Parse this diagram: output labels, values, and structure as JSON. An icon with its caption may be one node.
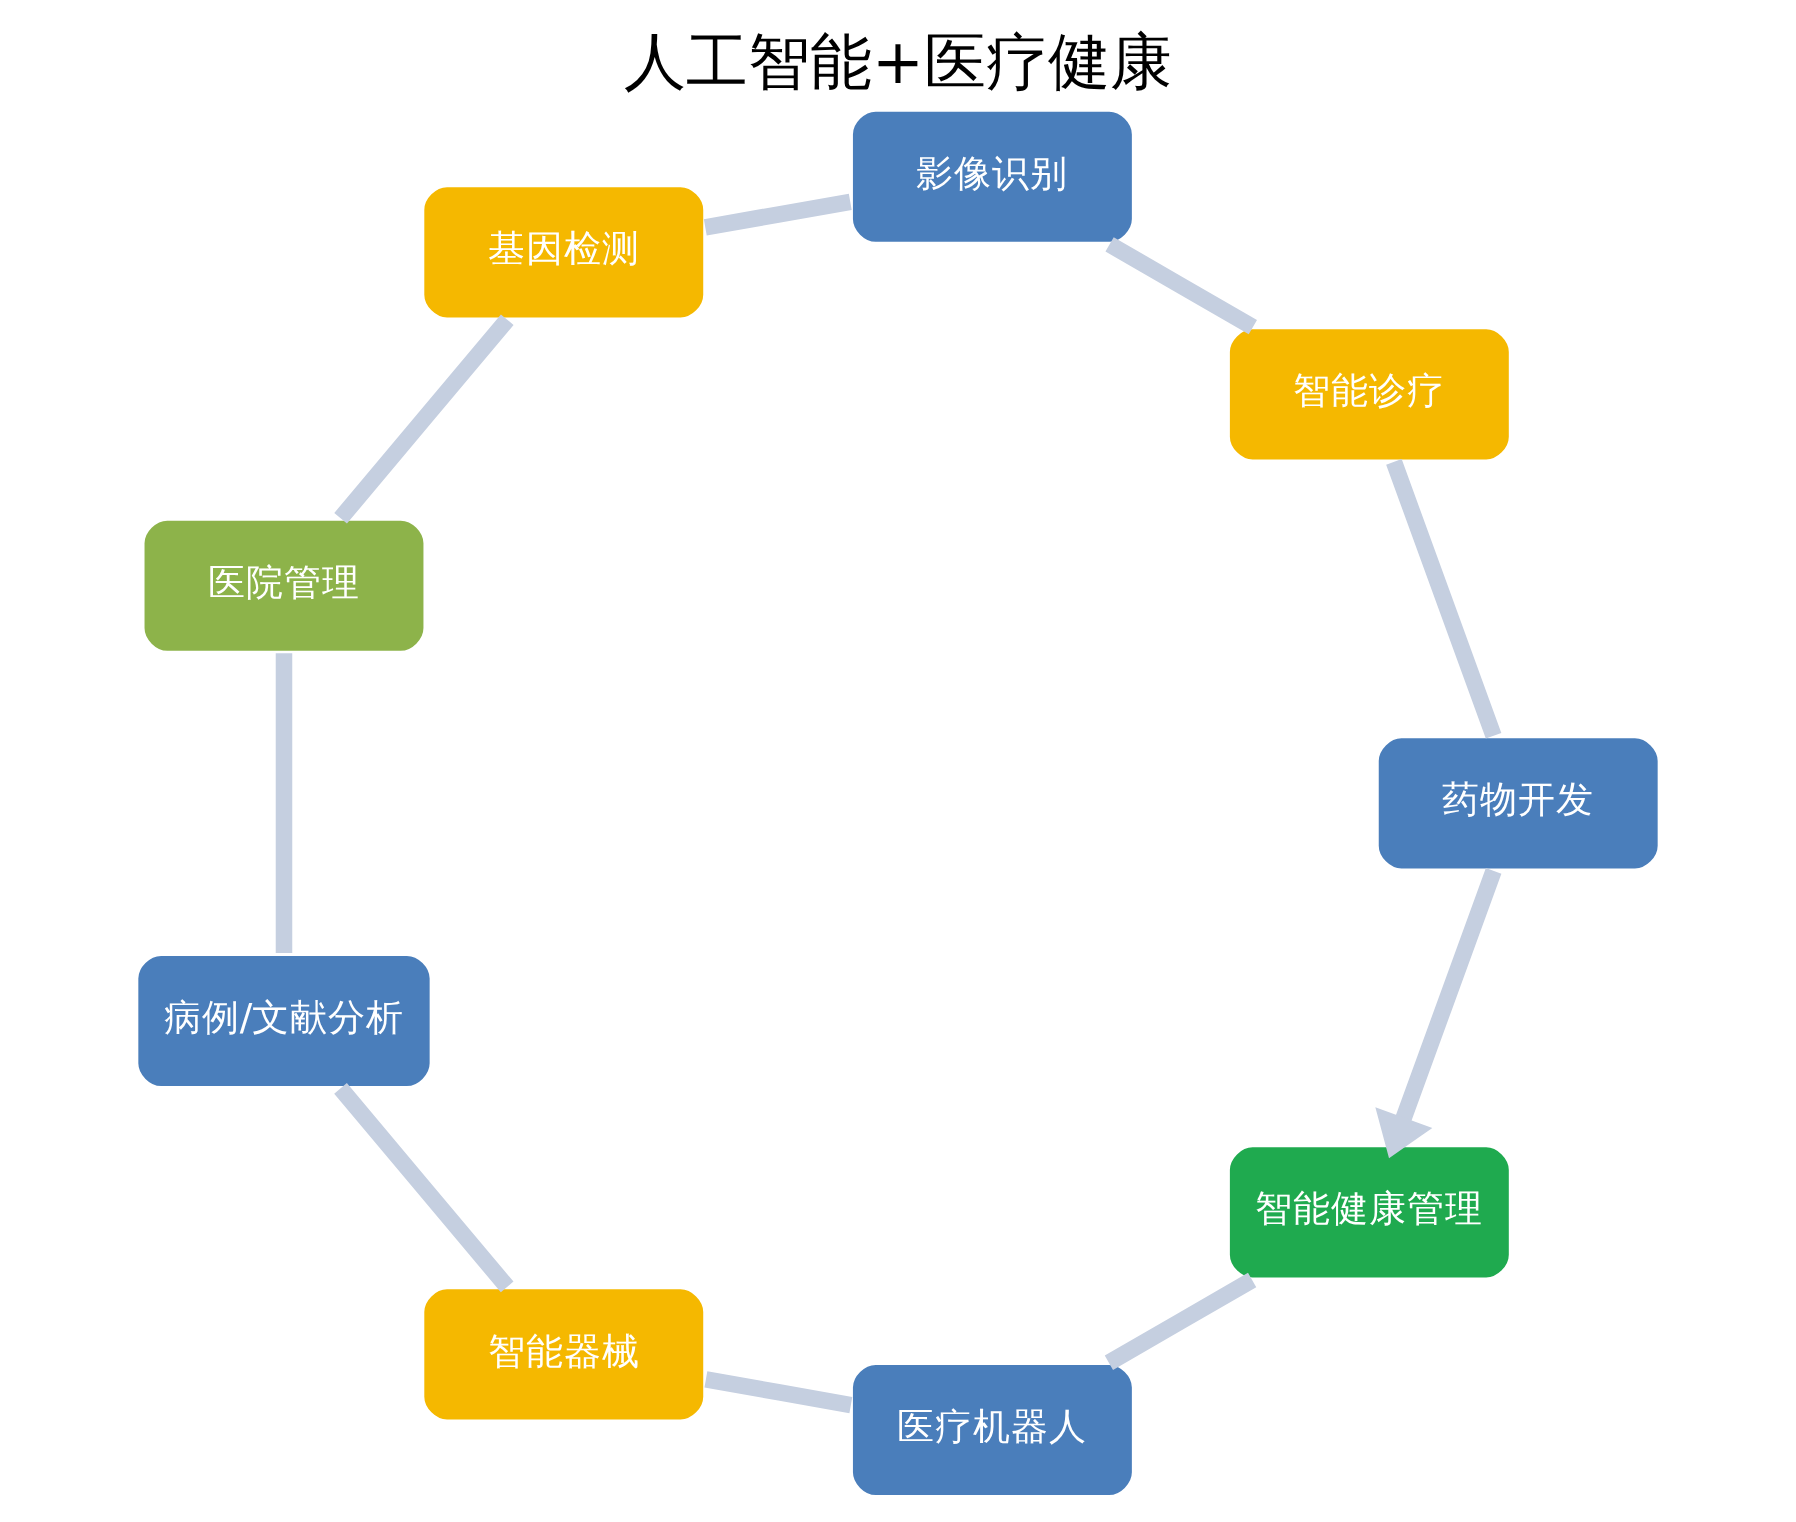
{
  "diagram": {
    "title": "人工智能+医疗健康",
    "nodes": [
      {
        "text": [
          "智能健康管理"
        ]
      },
      {
        "text": [
          "医疗机器人"
        ]
      },
      {
        "text": [
          "智能器械"
        ]
      },
      {
        "text": [
          "病例/文献分析"
        ]
      },
      {
        "text": [
          "医院管理"
        ]
      },
      {
        "text": [
          "基因检测"
        ]
      },
      {
        "text": [
          "影像识别"
        ]
      },
      {
        "text": [
          "智能诊疗"
        ]
      },
      {
        "text": [
          "药物开发"
        ]
      }
    ],
    "edges": [
      {
        "from": 0,
        "to": 1,
        "arrow": "none"
      },
      {
        "from": 1,
        "to": 2,
        "arrow": "none"
      },
      {
        "from": 2,
        "to": 3,
        "arrow": "none"
      },
      {
        "from": 3,
        "to": 4,
        "arrow": "none"
      },
      {
        "from": 4,
        "to": 5,
        "arrow": "none"
      },
      {
        "from": 5,
        "to": 6,
        "arrow": "none"
      },
      {
        "from": 6,
        "to": 7,
        "arrow": "none"
      },
      {
        "from": 7,
        "to": 8,
        "arrow": "none"
      },
      {
        "from": 8,
        "to": 0,
        "arrow": "to"
      }
    ]
  }
}
